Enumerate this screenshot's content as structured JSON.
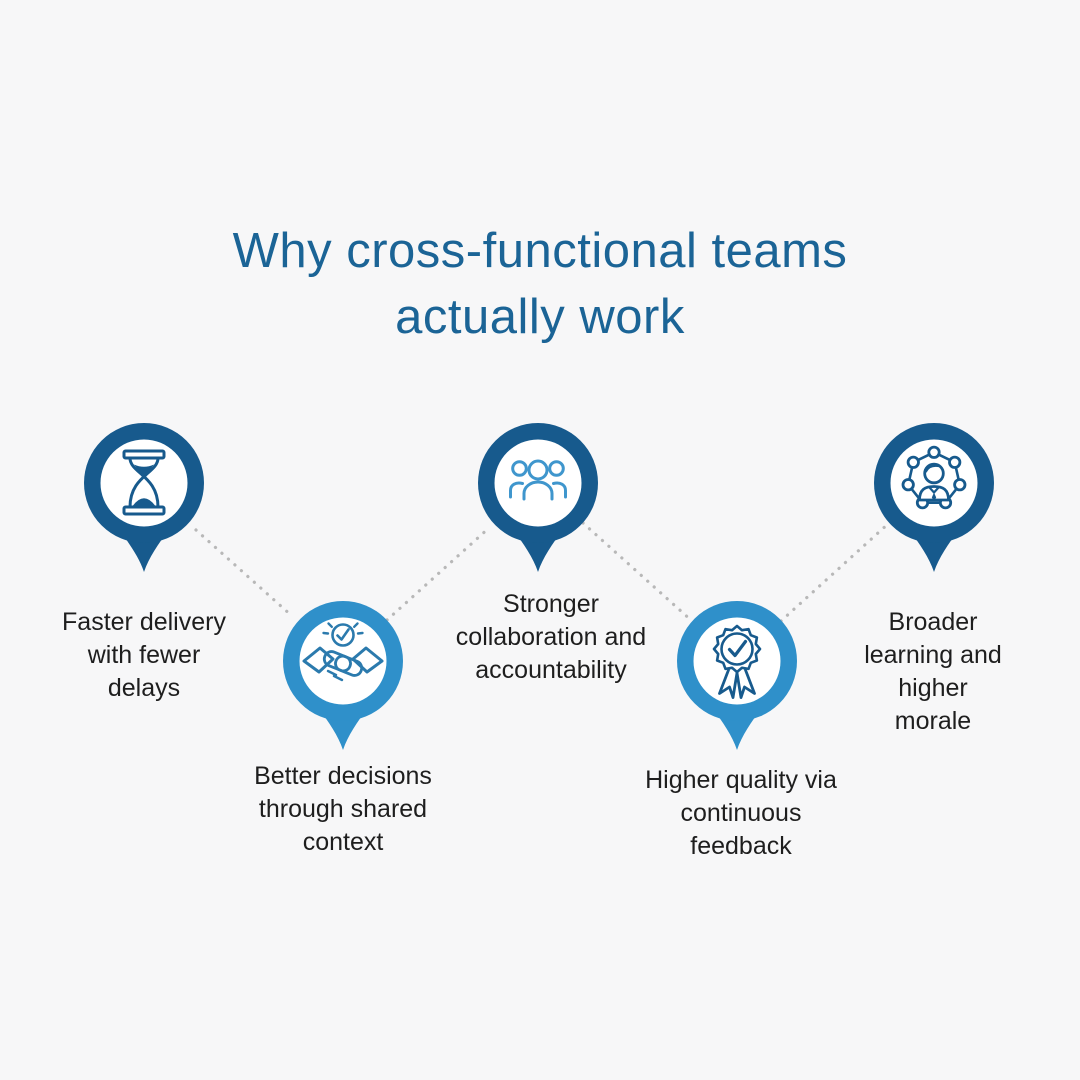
{
  "title": "Why cross-functional teams\nactually work",
  "steps": [
    {
      "icon": "hourglass-icon",
      "label": "Faster delivery\nwith fewer\ndelays"
    },
    {
      "icon": "handshake-icon",
      "label": "Better decisions\nthrough shared\ncontext"
    },
    {
      "icon": "team-icon",
      "label": "Stronger\ncollaboration and\naccountability"
    },
    {
      "icon": "award-ribbon-icon",
      "label": "Higher quality via\ncontinuous\nfeedback"
    },
    {
      "icon": "network-person-icon",
      "label": "Broader\nlearning and\nhigher morale"
    }
  ],
  "colors": {
    "background": "#f7f7f8",
    "ring_dark": "#175a8d",
    "ring_light": "#2f90ca",
    "title_blue": "#1b6496",
    "label_text": "#1e1e1e",
    "connector_dots": "#b8b8b8",
    "icon_dark": "#175a8d",
    "icon_medium": "#2b7aad",
    "icon_light": "#3f96cd",
    "marker_inner": "#ffffff"
  }
}
